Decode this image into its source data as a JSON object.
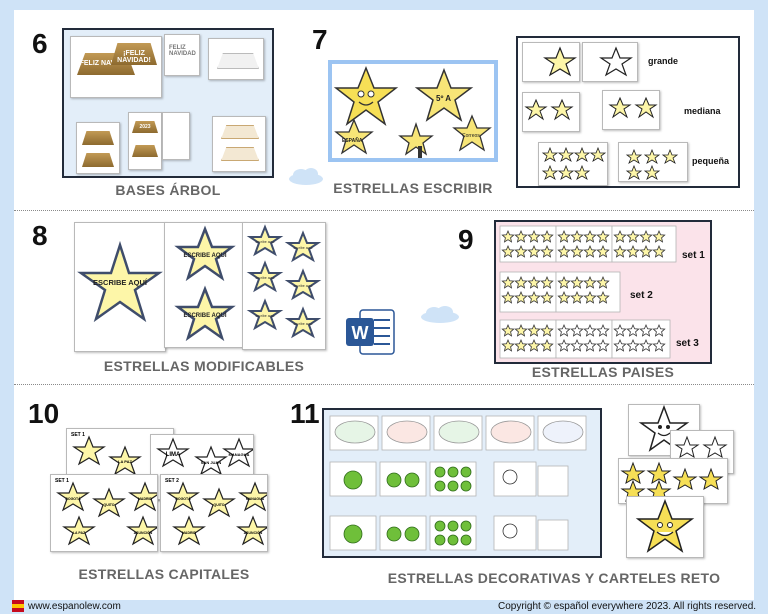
{
  "sections": [
    {
      "number": "6",
      "caption": "BASES ÁRBOL"
    },
    {
      "number": "7",
      "caption": "ESTRELLAS ESCRIBIR"
    },
    {
      "number": "8",
      "caption": "ESTRELLAS MODIFICABLES"
    },
    {
      "number": "9",
      "caption": "ESTRELLAS PAISES"
    },
    {
      "number": "10",
      "caption": "ESTRELLAS CAPITALES"
    },
    {
      "number": "11",
      "caption": "ESTRELLAS DECORATIVAS Y CARTELES RETO"
    }
  ],
  "bases_arbol": {
    "label_1": "¡FELIZ NAVIDAD!",
    "label_2": "FELIZ NAVIDAD",
    "label_3": "2023"
  },
  "estrellas_escribir": {
    "star_label_1": "5º A",
    "star_label_2": "ESPAÑA",
    "star_label_3": "Correos",
    "sizes": [
      "grande",
      "mediana",
      "pequeña"
    ]
  },
  "modificables": {
    "star_text": "ESCRIBE AQUÍ",
    "small_text": "escribe aquí"
  },
  "paises": {
    "sets": [
      "set 1",
      "set 2",
      "set 3"
    ]
  },
  "capitales": {
    "sheet_1_title": "SET 1",
    "sheet_2_title": "SET 2",
    "capital_1": "LIMA",
    "capital_2": "BOGOTÁ",
    "capital_3": "QUITO",
    "capital_4": "MADRID",
    "capital_5": "SAN JUAN",
    "capital_6": "MANAGUA",
    "capital_7": "LA PAZ",
    "capital_8": "ASUNCIÓN"
  },
  "footer": {
    "website": "www.espanolew.com",
    "copyright": "Copyright © español everywhere 2023. All rights reserved."
  },
  "colors": {
    "star_fill": "#fdf6a8",
    "star_stroke": "#3f4d6b",
    "frame_dark": "#222b3a",
    "frame_blue": "#9cc4f2",
    "pink_bg": "#fbe3ea",
    "light_blue_bg": "#e3eef9",
    "background": "#cfe3f7",
    "word_blue": "#2b5797"
  },
  "icons": [
    "star-icon",
    "cloud-icon",
    "word-icon",
    "flag-icon",
    "smiley-face-icon",
    "speech-bubble-icon",
    "character-icon"
  ]
}
